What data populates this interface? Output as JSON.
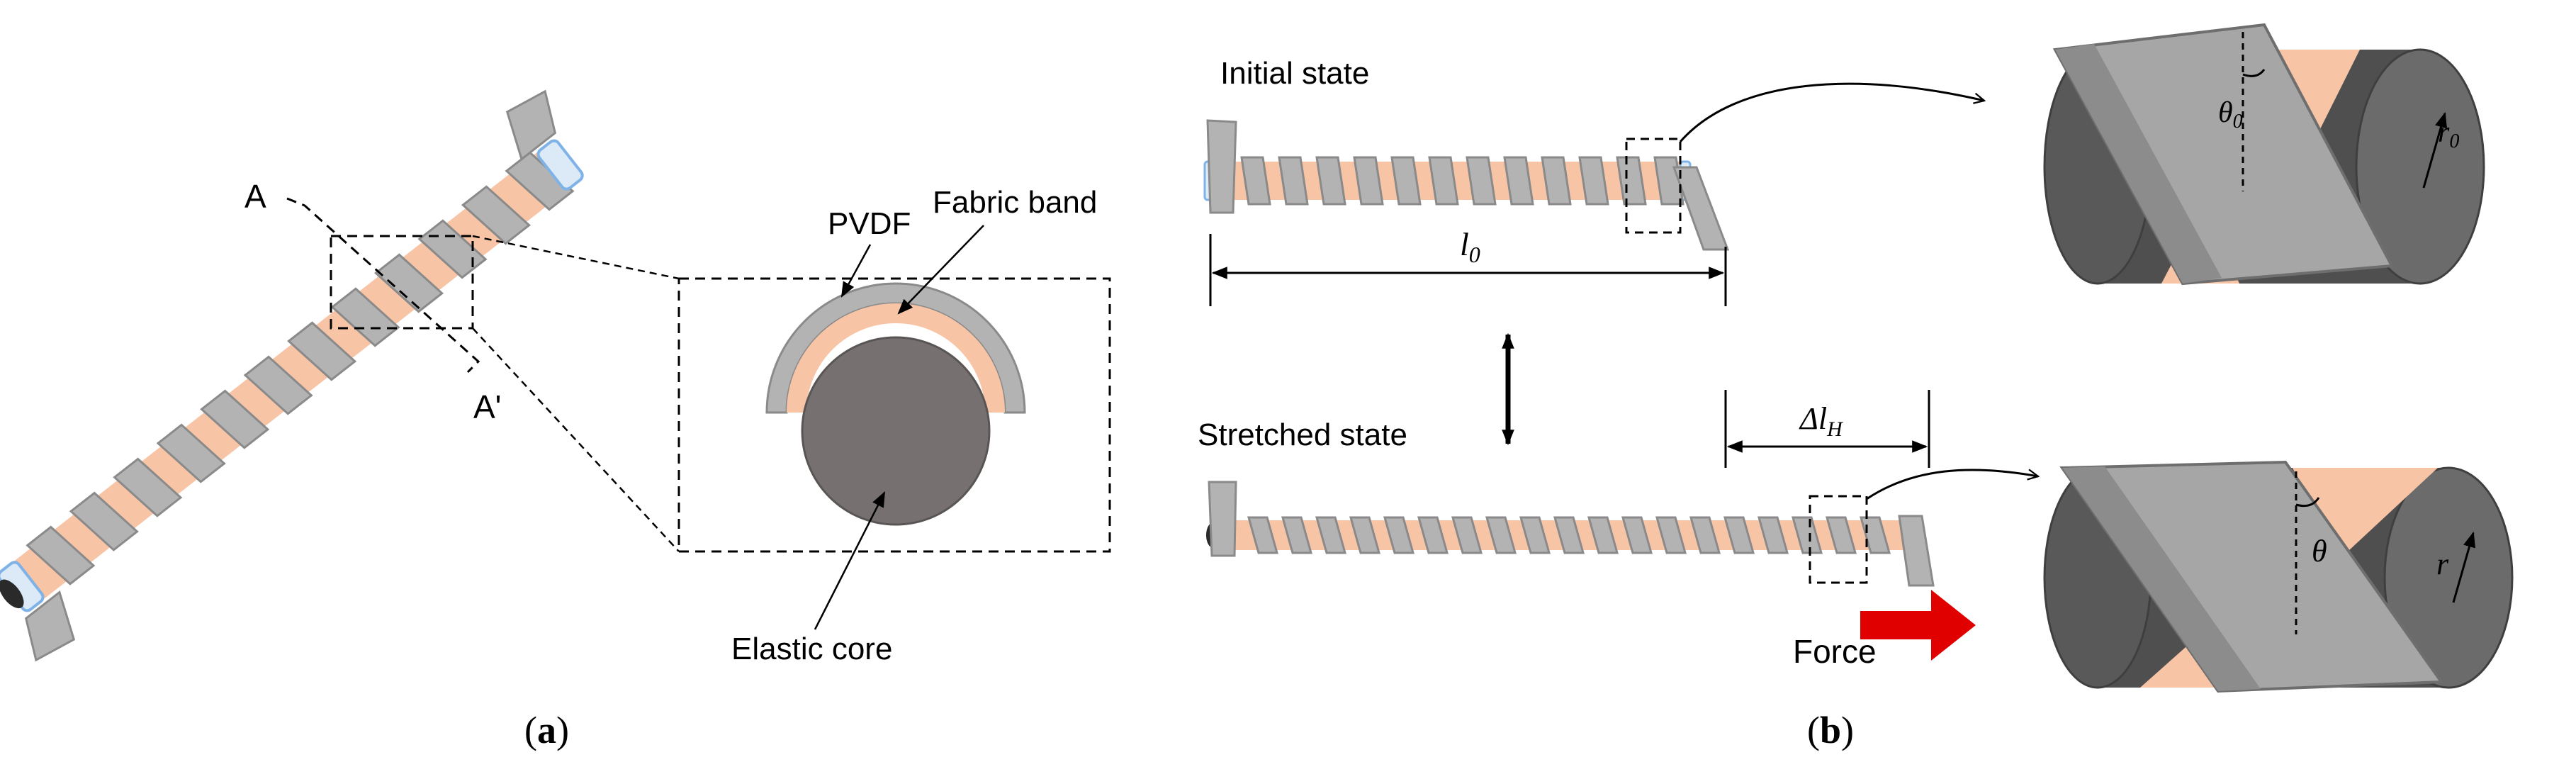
{
  "panel_a": {
    "caption_open": "(",
    "caption_letter": "a",
    "caption_close": ")",
    "section_start": "A",
    "section_end": "A'",
    "label_pvdf": "PVDF",
    "label_fabric": "Fabric band",
    "label_core": "Elastic core"
  },
  "panel_b": {
    "caption_open": "(",
    "caption_letter": "b",
    "caption_close": ")",
    "initial_state": "Initial state",
    "stretched_state": "Stretched state",
    "length_symbol": "l",
    "length_sub": "0",
    "delta_symbol": "Δl",
    "delta_sub": "H",
    "force_label": "Force",
    "angle0_symbol": "θ",
    "angle0_sub": "0",
    "radius0_symbol": "r",
    "radius0_sub": "0",
    "angle_symbol": "θ",
    "radius_symbol": "r"
  },
  "colors": {
    "fabric": "#f7c4a5",
    "pvdf": "#b3b3b3",
    "core": "#767070",
    "cylinder": "#595959",
    "force_arrow": "#e00000"
  }
}
